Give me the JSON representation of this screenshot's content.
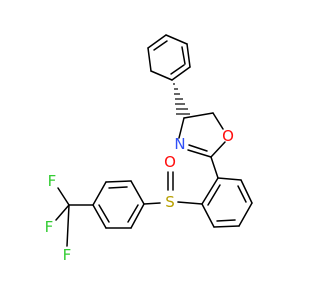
{
  "colors": {
    "bond": "#000000",
    "nitrogen": "#3050F8",
    "oxygen": "#FF0D0D",
    "sulfur": "#B8A000",
    "fluorine": "#33CC33"
  },
  "atoms": {
    "N": "N",
    "O_ring": "O",
    "O_sulfoxide": "O",
    "S": "S",
    "F1": "F",
    "F2": "F",
    "F3": "F"
  }
}
